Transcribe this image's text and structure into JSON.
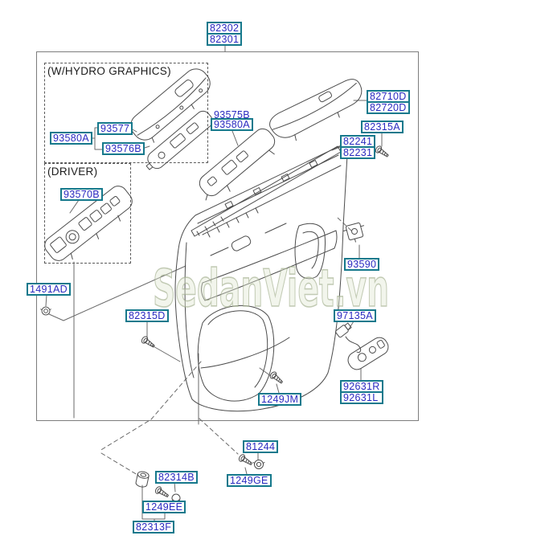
{
  "watermark": "SedanViet.vn",
  "captions": {
    "hydro": "(W/HYDRO GRAPHICS)",
    "driver": "(DRIVER)"
  },
  "parts": {
    "82302": "82302",
    "82301": "82301",
    "93577": "93577",
    "93580A": "93580A",
    "93576B": "93576B",
    "93575B": "93575B",
    "82710D": "82710D",
    "82720D": "82720D",
    "82315A": "82315A",
    "82241": "82241",
    "82231": "82231",
    "93570B": "93570B",
    "1491AD": "1491AD",
    "82315D": "82315D",
    "93590": "93590",
    "97135A": "97135A",
    "92631R": "92631R",
    "92631L": "92631L",
    "1249JM": "1249JM",
    "81244": "81244",
    "1249GE": "1249GE",
    "82314B": "82314B",
    "1249EE": "1249EE",
    "82313F": "82313F"
  },
  "icons": {
    "fasteners": [
      "screw-icon",
      "nut-icon",
      "grommet-icon",
      "clip-cap-icon"
    ]
  },
  "colors": {
    "label_border": "#16798c",
    "label_text": "#2a2ac0",
    "line_art": "#4c4c4c",
    "watermark": "#a0ac8a"
  }
}
